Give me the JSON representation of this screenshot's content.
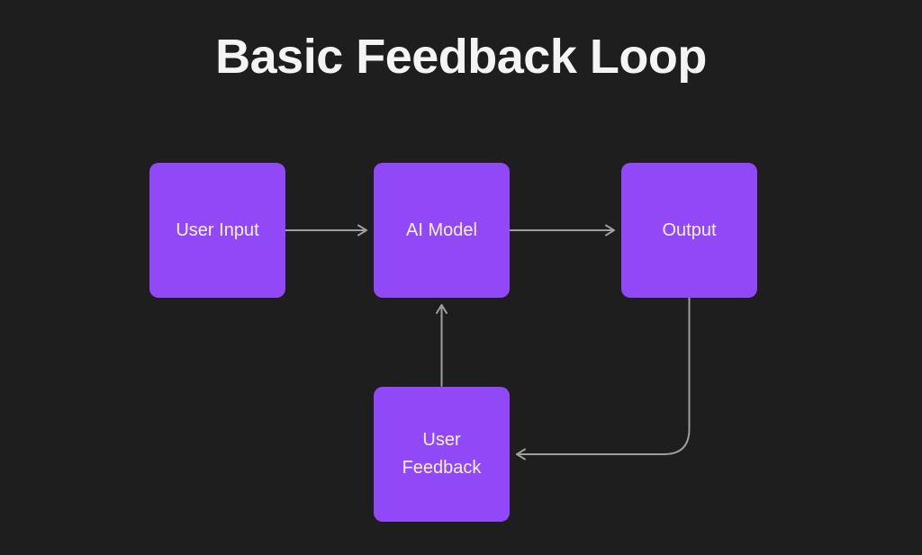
{
  "title": "Basic Feedback Loop",
  "colors": {
    "background": "#1e1e1e",
    "node_fill": "#9149f7",
    "node_text": "#f6f1fd",
    "arrow": "#9e9e9e",
    "title_text": "#f4f4f4"
  },
  "nodes": [
    {
      "id": "user-input",
      "label": "User Input"
    },
    {
      "id": "ai-model",
      "label": "AI Model"
    },
    {
      "id": "output",
      "label": "Output"
    },
    {
      "id": "user-feedback",
      "label": "User Feedback"
    }
  ],
  "edges": [
    {
      "from": "user-input",
      "to": "ai-model"
    },
    {
      "from": "ai-model",
      "to": "output"
    },
    {
      "from": "output",
      "to": "user-feedback"
    },
    {
      "from": "user-feedback",
      "to": "ai-model"
    }
  ]
}
